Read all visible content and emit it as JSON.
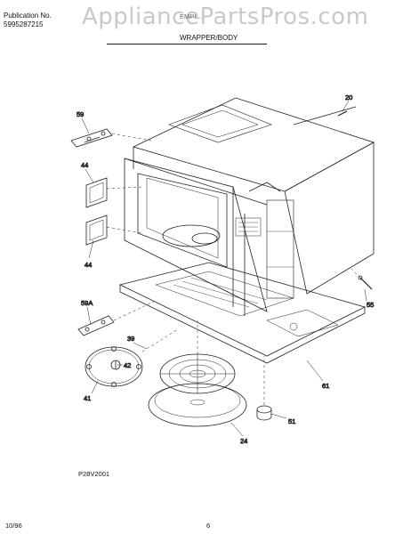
{
  "header": {
    "publication_label": "Publication No.",
    "publication_number": "5995287215",
    "model_partial": "EMPI...",
    "section_title": "WRAPPER/BODY"
  },
  "watermark": "AppliancePartsPros.com",
  "callouts": {
    "c20": "20",
    "c59": "59",
    "c44a": "44",
    "c44b": "44",
    "c55": "55",
    "c59a": "59A",
    "c39": "39",
    "c42": "42",
    "c41": "41",
    "c61": "61",
    "c51": "51",
    "c24": "24"
  },
  "diagram_code": "P28V2001",
  "footer": {
    "date": "10/96",
    "page": "6"
  }
}
